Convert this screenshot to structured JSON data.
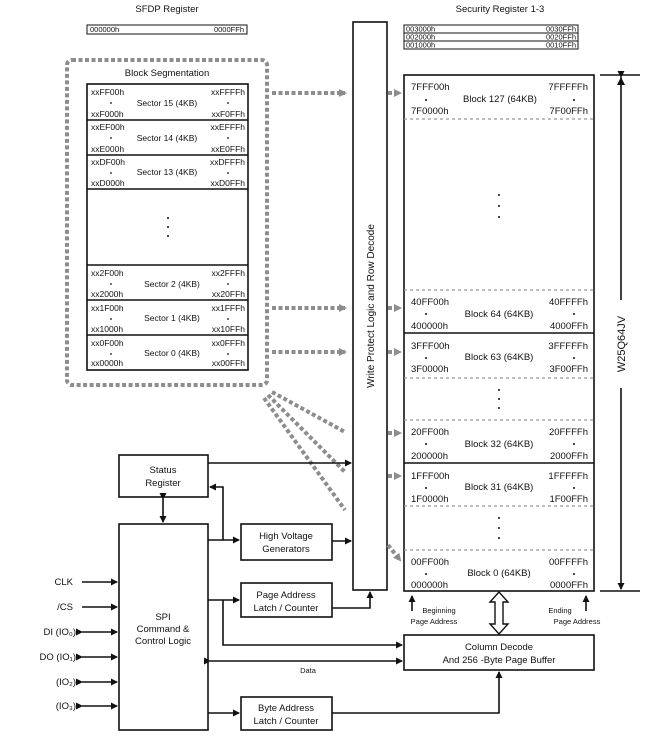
{
  "sfdp": {
    "title": "SFDP Register",
    "start": "000000h",
    "end": "0000FFh"
  },
  "security": {
    "title": "Security Register 1-3",
    "rows": [
      {
        "start": "003000h",
        "end": "0030FFh"
      },
      {
        "start": "002000h",
        "end": "0020FFh"
      },
      {
        "start": "001000h",
        "end": "0010FFh"
      }
    ]
  },
  "block_segmentation": {
    "title": "Block Segmentation",
    "sectors": [
      {
        "top_left": "xxFF00h",
        "top_right": "xxFFFFh",
        "label": "Sector 15 (4KB)",
        "bottom_left": "xxF000h",
        "bottom_right": "xxF0FFh"
      },
      {
        "top_left": "xxEF00h",
        "top_right": "xxEFFFh",
        "label": "Sector 14 (4KB)",
        "bottom_left": "xxE000h",
        "bottom_right": "xxE0FFh"
      },
      {
        "top_left": "xxDF00h",
        "top_right": "xxDFFFh",
        "label": "Sector 13 (4KB)",
        "bottom_left": "xxD000h",
        "bottom_right": "xxD0FFh"
      },
      {
        "top_left": "xx2F00h",
        "top_right": "xx2FFFh",
        "label": "Sector 2 (4KB)",
        "bottom_left": "xx2000h",
        "bottom_right": "xx20FFh"
      },
      {
        "top_left": "xx1F00h",
        "top_right": "xx1FFFh",
        "label": "Sector 1 (4KB)",
        "bottom_left": "xx1000h",
        "bottom_right": "xx10FFh"
      },
      {
        "top_left": "xx0F00h",
        "top_right": "xx0FFFh",
        "label": "Sector 0 (4KB)",
        "bottom_left": "xx0000h",
        "bottom_right": "xx00FFh"
      }
    ]
  },
  "memory_blocks": [
    {
      "top_left": "7FFF00h",
      "top_right": "7FFFFFh",
      "label": "Block 127 (64KB)",
      "bottom_left": "7F0000h",
      "bottom_right": "7F00FFh"
    },
    {
      "top_left": "40FF00h",
      "top_right": "40FFFFh",
      "label": "Block 64 (64KB)",
      "bottom_left": "400000h",
      "bottom_right": "4000FFh"
    },
    {
      "top_left": "3FFF00h",
      "top_right": "3FFFFFh",
      "label": "Block 63 (64KB)",
      "bottom_left": "3F0000h",
      "bottom_right": "3F00FFh"
    },
    {
      "top_left": "20FF00h",
      "top_right": "20FFFFh",
      "label": "Block 32 (64KB)",
      "bottom_left": "200000h",
      "bottom_right": "2000FFh"
    },
    {
      "top_left": "1FFF00h",
      "top_right": "1FFFFFh",
      "label": "Block 31 (64KB)",
      "bottom_left": "1F0000h",
      "bottom_right": "1F00FFh"
    },
    {
      "top_left": "00FF00h",
      "top_right": "00FFFFh",
      "label": "Block 0 (64KB)",
      "bottom_left": "000000h",
      "bottom_right": "0000FFh"
    }
  ],
  "chip_name": "W25Q64JV",
  "write_protect": "Write Protect Logic and Row Decode",
  "status_register": {
    "line1": "Status",
    "line2": "Register"
  },
  "high_voltage": {
    "line1": "High Voltage",
    "line2": "Generators"
  },
  "page_address_latch": {
    "line1": "Page Address",
    "line2": "Latch / Counter"
  },
  "byte_address_latch": {
    "line1": "Byte Address",
    "line2": "Latch / Counter"
  },
  "spi": {
    "line1": "SPI",
    "line2": "Command &",
    "line3": "Control Logic"
  },
  "column_decode": {
    "line1": "Column Decode",
    "line2": "And 256 -Byte Page Buffer"
  },
  "beginning_page": {
    "line1": "Beginning",
    "line2": "Page Address"
  },
  "ending_page": {
    "line1": "Ending",
    "line2": "Page Address"
  },
  "data_label": "Data",
  "pins": [
    "CLK",
    "/CS",
    "DI (IO₀)",
    "DO (IO₁)",
    "(IO₂)",
    "(IO₃)"
  ]
}
